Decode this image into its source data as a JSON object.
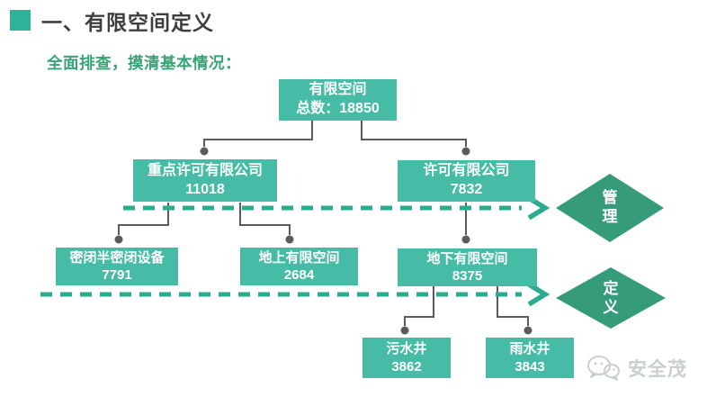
{
  "slide": {
    "title": "一、有限空间定义",
    "subtitle": "全面排查，摸清基本情况："
  },
  "tree": {
    "root": {
      "label": "有限空间",
      "value": "总数：18850"
    },
    "level2": [
      {
        "label": "重点许可有限公司",
        "value": "11018"
      },
      {
        "label": "许可有限公司",
        "value": "7832"
      }
    ],
    "level3": [
      {
        "label": "密闭半密闭设备",
        "value": "7791"
      },
      {
        "label": "地上有限空间",
        "value": "2684"
      },
      {
        "label": "地下有限空间",
        "value": "8375"
      }
    ],
    "level4": [
      {
        "label": "污水井",
        "value": "3862"
      },
      {
        "label": "雨水井",
        "value": "3843"
      }
    ]
  },
  "diamonds": [
    {
      "label": "管理"
    },
    {
      "label": "定义"
    }
  ],
  "watermark": {
    "text": "安全茂",
    "icon": "wechat-icon"
  },
  "colors": {
    "box-teal": "#46BCA6",
    "diamond-green": "#369B7B",
    "dash-teal": "#2CAC8E",
    "connector-gray": "#5B5B5B",
    "bullet-teal": "#2EB29A",
    "title-text": "#3E3E3E",
    "subtitle-green": "#38A377",
    "watermark-gray": "#C9CFCF"
  }
}
